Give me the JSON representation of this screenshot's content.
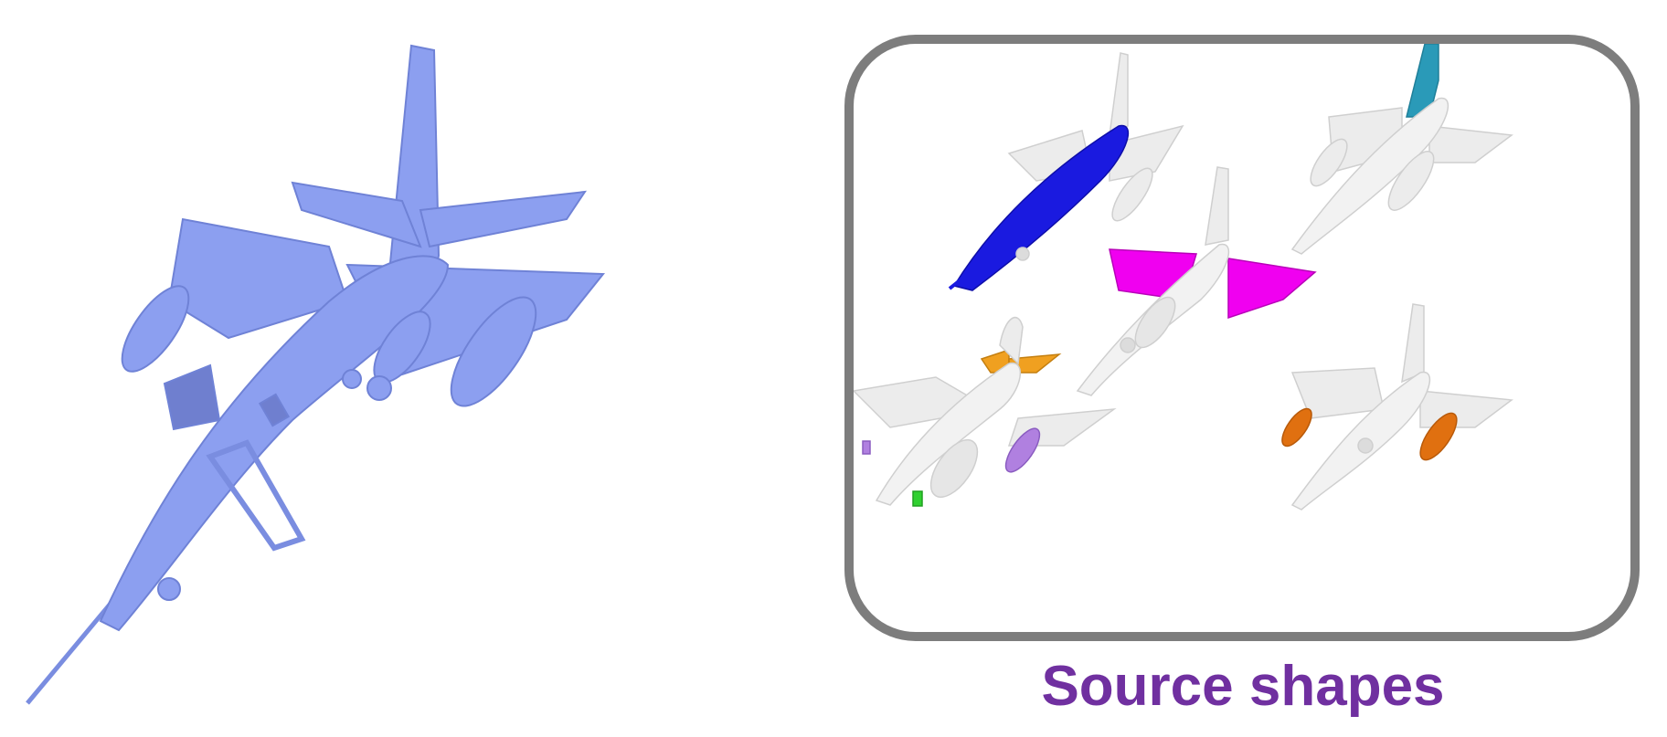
{
  "target": {
    "icon": "fighter-jet-icon",
    "color": "#8c9ff0"
  },
  "source_panel": {
    "border_color": "#7d7d7d",
    "shapes": [
      {
        "icon": "fighter-jet-icon",
        "base_color": "#f2f2f2",
        "highlight_color": "#1a1ae0",
        "highlight_part": "fuselage"
      },
      {
        "icon": "fighter-jet-icon",
        "base_color": "#f2f2f2",
        "highlight_color": "#2a9ab8",
        "highlight_part": "tail"
      },
      {
        "icon": "fighter-jet-icon",
        "base_color": "#f2f2f2",
        "highlight_color": "#f000f0",
        "highlight_part": "wings"
      },
      {
        "icon": "fighter-jet-icon",
        "base_color": "#f2f2f2",
        "highlight_color": "#f0a020",
        "highlight_part": "stabilizer"
      },
      {
        "icon": "fighter-jet-icon",
        "base_color": "#f2f2f2",
        "highlight_color": "#e07010",
        "highlight_part": "engines"
      }
    ]
  },
  "caption": {
    "text": "Source shapes",
    "color": "#7030a0"
  }
}
